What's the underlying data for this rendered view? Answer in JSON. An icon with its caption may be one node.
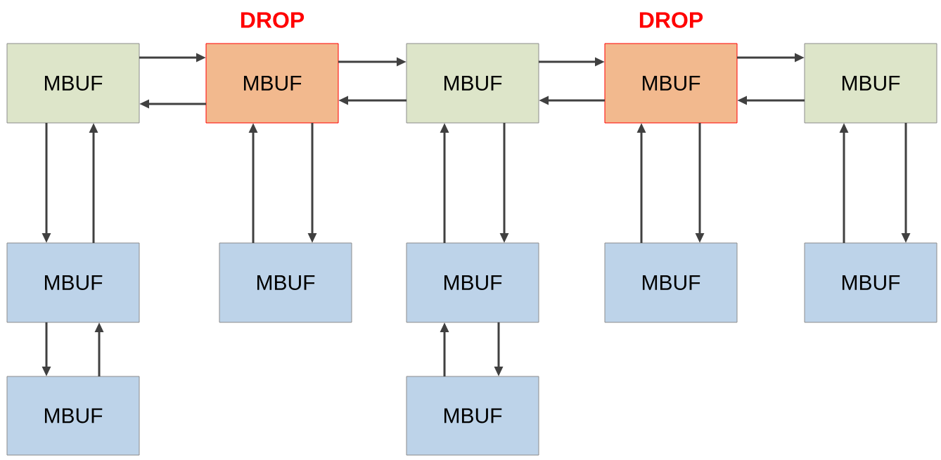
{
  "diagram": {
    "nodes": [
      {
        "text": [
          "MBUF"
        ]
      },
      {
        "text": [
          "MBUF"
        ],
        "beside": [
          "DROP"
        ]
      },
      {
        "text": [
          "MBUF"
        ]
      },
      {
        "text": [
          "MBUF"
        ],
        "beside": [
          "DROP"
        ]
      },
      {
        "text": [
          "MBUF"
        ]
      },
      {
        "text": [
          "MBUF"
        ]
      },
      {
        "text": [
          "MBUF"
        ]
      },
      {
        "text": [
          "MBUF"
        ]
      },
      {
        "text": [
          "MBUF"
        ]
      },
      {
        "text": [
          "MBUF"
        ]
      },
      {
        "text": [
          "MBUF"
        ]
      },
      {
        "text": [
          "MBUF"
        ]
      }
    ],
    "edges": [
      {
        "from": 0,
        "to": 1,
        "arrow": "to"
      },
      {
        "from": 1,
        "to": 0,
        "arrow": "to"
      },
      {
        "from": 1,
        "to": 2,
        "arrow": "to"
      },
      {
        "from": 2,
        "to": 1,
        "arrow": "to"
      },
      {
        "from": 2,
        "to": 3,
        "arrow": "to"
      },
      {
        "from": 3,
        "to": 2,
        "arrow": "to"
      },
      {
        "from": 3,
        "to": 4,
        "arrow": "to"
      },
      {
        "from": 4,
        "to": 3,
        "arrow": "to"
      },
      {
        "from": 0,
        "to": 5,
        "arrow": "to"
      },
      {
        "from": 5,
        "to": 0,
        "arrow": "to"
      },
      {
        "from": 6,
        "to": 1,
        "arrow": "to"
      },
      {
        "from": 1,
        "to": 6,
        "arrow": "to"
      },
      {
        "from": 7,
        "to": 2,
        "arrow": "to"
      },
      {
        "from": 2,
        "to": 7,
        "arrow": "to"
      },
      {
        "from": 8,
        "to": 3,
        "arrow": "to"
      },
      {
        "from": 3,
        "to": 8,
        "arrow": "to"
      },
      {
        "from": 9,
        "to": 4,
        "arrow": "to"
      },
      {
        "from": 4,
        "to": 9,
        "arrow": "to"
      },
      {
        "from": 5,
        "to": 10,
        "arrow": "to"
      },
      {
        "from": 10,
        "to": 5,
        "arrow": "to"
      },
      {
        "from": 7,
        "to": 11,
        "arrow": "to"
      },
      {
        "from": 11,
        "to": 7,
        "arrow": "to"
      }
    ]
  }
}
